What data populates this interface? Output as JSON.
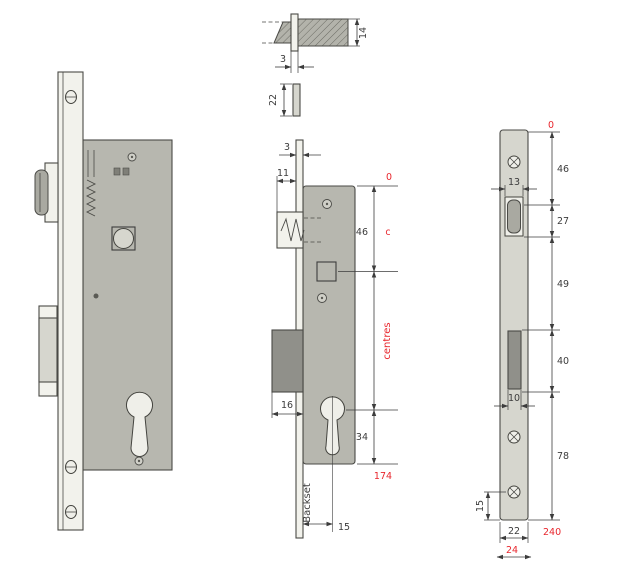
{
  "colors": {
    "accent_red": "#e8262d",
    "case_gray": "#b7b7af",
    "plate_light": "#f2f2ec",
    "plate_mid": "#d6d6ce",
    "bolt_dark": "#90908a",
    "line": "#3c3c3c"
  },
  "labels": {
    "section": {
      "d14": "14",
      "d3": "3",
      "d22": "22"
    },
    "side": {
      "d3": "3",
      "d11": "11",
      "zero": "0",
      "d46": "46",
      "c": "c",
      "centres": "centres",
      "d16": "16",
      "d34": "34",
      "d174": "174",
      "backset": "Backset",
      "d15": "15"
    },
    "face": {
      "zero": "0",
      "d46": "46",
      "d13": "13",
      "d27": "27",
      "d49": "49",
      "d40": "40",
      "d10": "10",
      "d78": "78",
      "d15": "15",
      "d22": "22",
      "d240": "240",
      "d24": "24"
    }
  }
}
